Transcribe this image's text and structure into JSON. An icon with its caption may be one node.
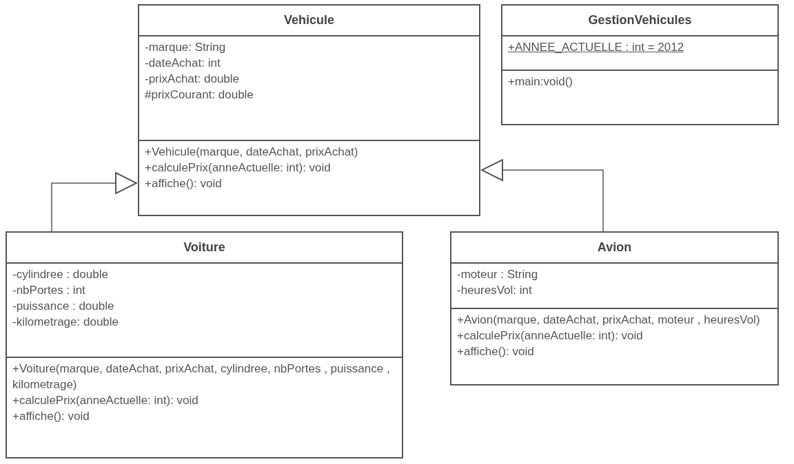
{
  "diagram": {
    "nodes": [
      {
        "text": [
          "Vehicule"
        ]
      },
      {
        "text": [
          "-marque: String",
          "-dateAchat: int",
          "-prixAchat: double",
          "#prixCourant: double"
        ],
        "in": 0
      },
      {
        "text": [
          "+Vehicule(marque, dateAchat, prixAchat)",
          "+calculePrix(anneActuelle: int): void",
          "+affiche(): void"
        ],
        "in": 0
      },
      {
        "text": [
          "GestionVehicules"
        ]
      },
      {
        "text": [
          "+ANNEE_ACTUELLE : int = 2012"
        ],
        "in": 3
      },
      {
        "text": [
          "+main:void()"
        ],
        "in": 3
      },
      {
        "text": [
          "Voiture"
        ]
      },
      {
        "text": [
          "-cylindree : double",
          "-nbPortes : int",
          "-puissance : double",
          "-kilometrage: double"
        ],
        "in": 6
      },
      {
        "text": [
          "+Voiture(marque, dateAchat, prixAchat, cylindree, nbPortes , puissance , kilometrage)",
          "+calculePrix(anneActuelle: int): void",
          "+affiche(): void"
        ],
        "in": 6
      },
      {
        "text": [
          "Avion"
        ]
      },
      {
        "text": [
          "-moteur : String",
          "-heuresVol: int"
        ],
        "in": 9
      },
      {
        "text": [
          "+Avion(marque, dateAchat, prixAchat, moteur , heuresVol)",
          "+calculePrix(anneActuelle: int): void",
          "+affiche(): void"
        ],
        "in": 9
      }
    ],
    "edges": [
      {
        "from": 6,
        "to": 0,
        "arrow": "to"
      },
      {
        "from": 9,
        "to": 0,
        "arrow": "to"
      }
    ]
  }
}
